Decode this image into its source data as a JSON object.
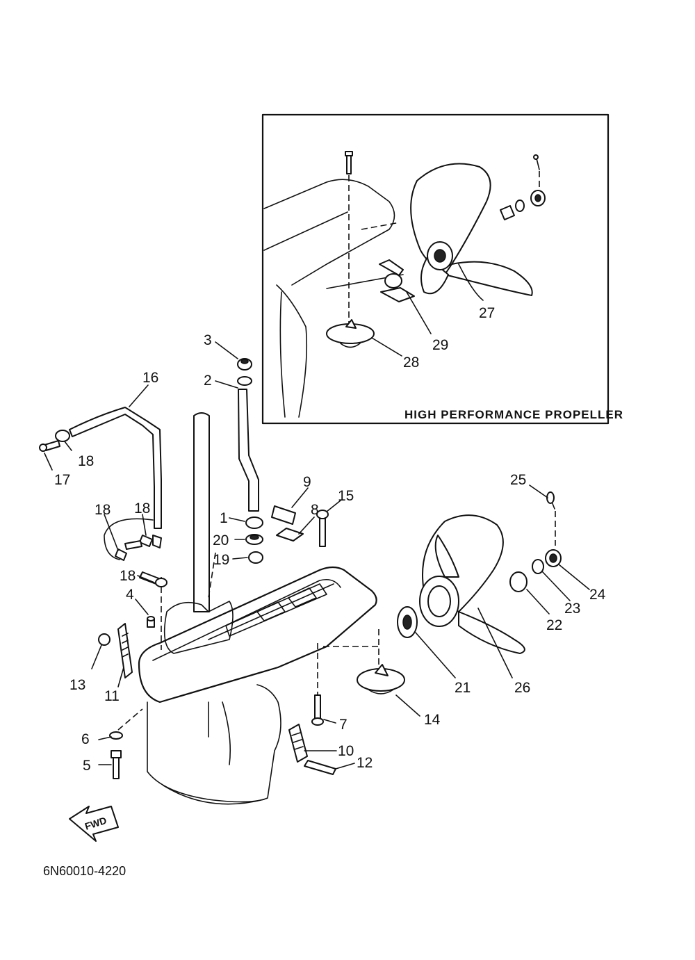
{
  "inset": {
    "title": "HIGH PERFORMANCE PROPELLER"
  },
  "drawing_code": "6N60010-4220",
  "fwd_arrow": {
    "label": "FWD",
    "icon": "fwd-arrow-icon"
  },
  "callouts": {
    "p1": "1",
    "p2": "2",
    "p3": "3",
    "p4": "4",
    "p5": "5",
    "p6": "6",
    "p7": "7",
    "p8": "8",
    "p9": "9",
    "p10": "10",
    "p11": "11",
    "p12": "12",
    "p13": "13",
    "p14": "14",
    "p15": "15",
    "p16": "16",
    "p17": "17",
    "p18a": "18",
    "p18b": "18",
    "p18c": "18",
    "p18d": "18",
    "p19": "19",
    "p20": "20",
    "p21": "21",
    "p22": "22",
    "p23": "23",
    "p24": "24",
    "p25": "25",
    "p26": "26",
    "p27": "27",
    "p28": "28",
    "p29": "29"
  }
}
